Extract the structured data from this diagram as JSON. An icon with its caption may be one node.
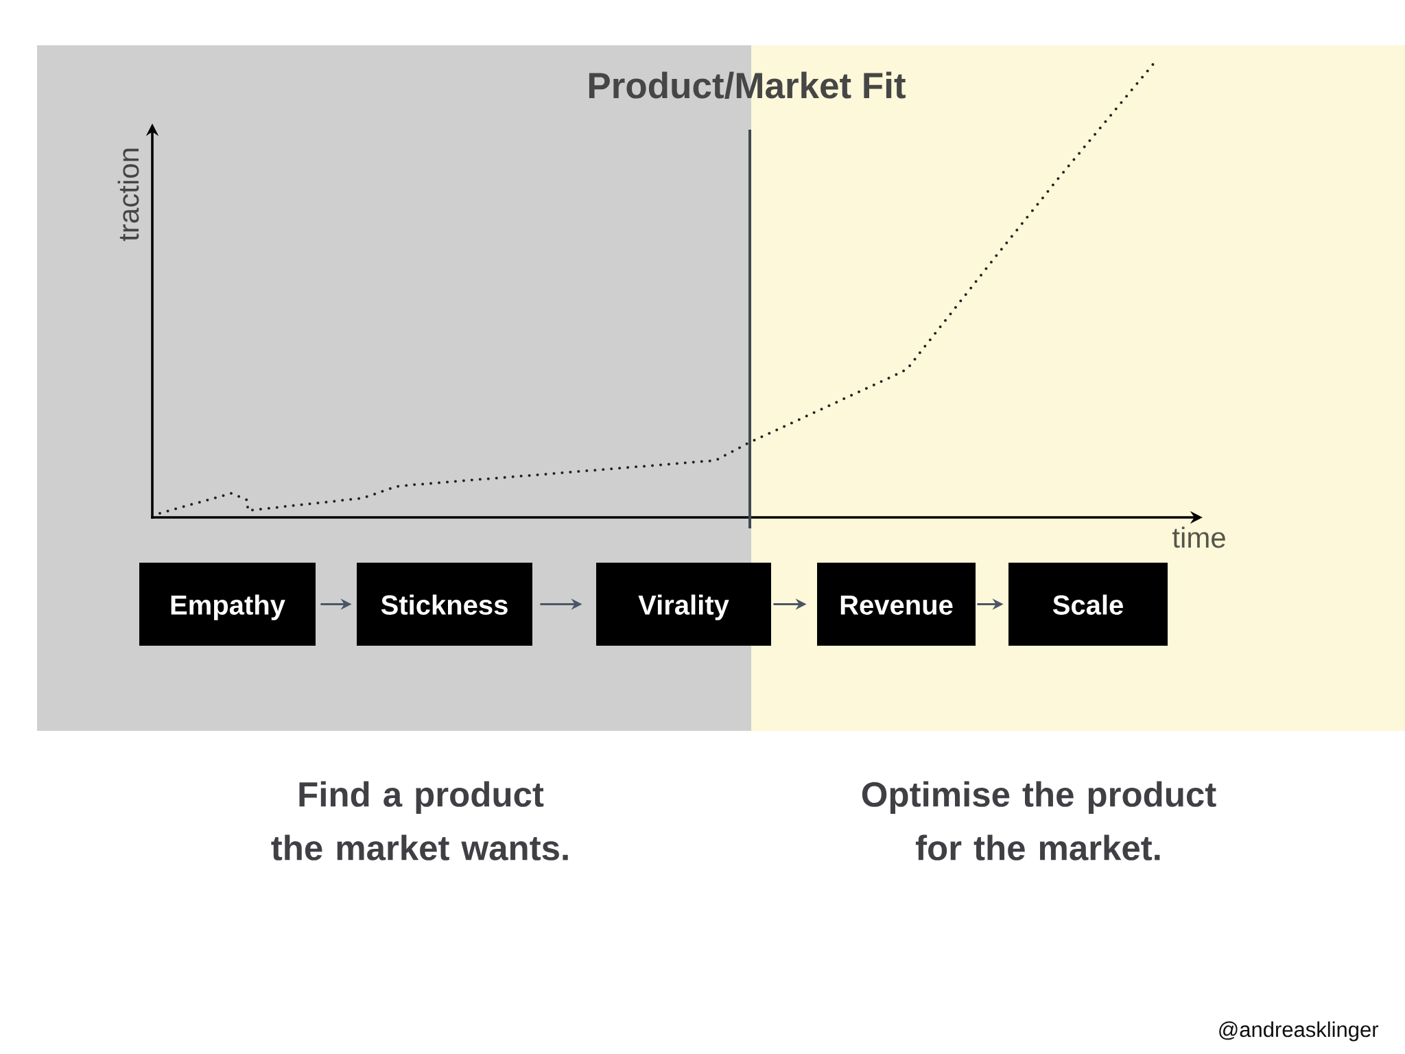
{
  "diagram": {
    "title": "Product/Market Fit",
    "nodes": [
      {
        "text": [
          "Empathy"
        ]
      },
      {
        "text": [
          "Stickness"
        ]
      },
      {
        "text": [
          "Virality"
        ]
      },
      {
        "text": [
          "Revenue"
        ]
      },
      {
        "text": [
          "Scale"
        ]
      }
    ],
    "edges": [
      {
        "from": 0,
        "to": 1,
        "arrow": "to"
      },
      {
        "from": 1,
        "to": 2,
        "arrow": "to"
      },
      {
        "from": 2,
        "to": 3,
        "arrow": "to"
      },
      {
        "from": 3,
        "to": 4,
        "arrow": "to"
      }
    ],
    "labels": [
      "traction",
      "time",
      "Find a product the market wants.",
      "Optimise the product for the market.",
      "@andreasklinger"
    ]
  }
}
